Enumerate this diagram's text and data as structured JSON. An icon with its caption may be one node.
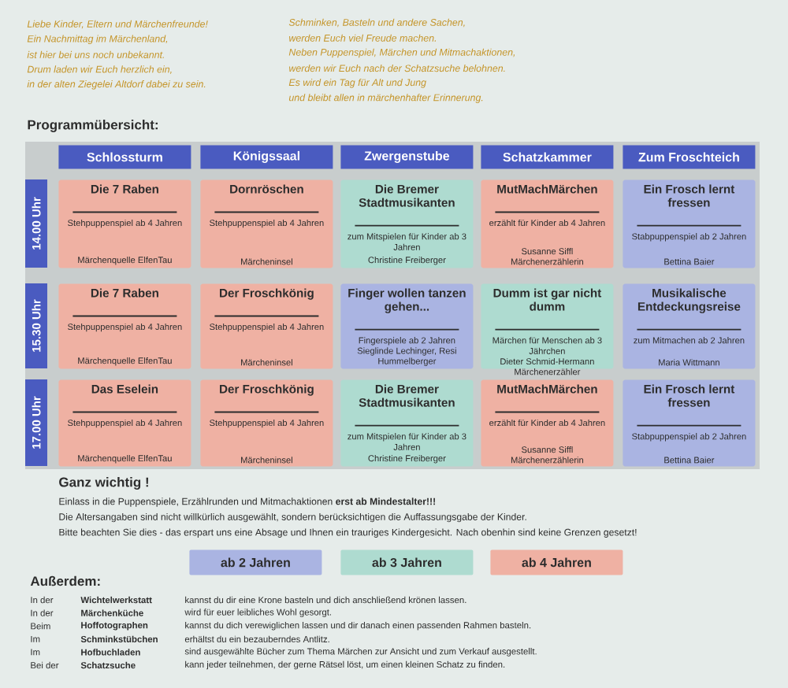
{
  "diagram": {
    "nodes": [
      {
        "text": [
          "Schlossturm"
        ]
      },
      {
        "text": [
          "Königssaal"
        ]
      },
      {
        "text": [
          "Zwergenstube"
        ]
      },
      {
        "text": [
          "Schatzkammer"
        ]
      },
      {
        "text": [
          "Zum Froschteich"
        ]
      },
      {
        "text": [
          "14.00 Uhr"
        ]
      },
      {
        "text": [
          "Die 7 Raben",
          "Stehpuppenspiel ab 4 Jahren",
          "Märchenquelle ElfenTau"
        ]
      },
      {
        "text": [
          "Dornröschen",
          "Stehpuppenspiel ab 4 Jahren",
          "Märcheninsel"
        ]
      },
      {
        "text": [
          "Die Bremer Stadtmusikanten",
          "zum Mitspielen für Kinder ab 3 Jahren",
          "Christine Freiberger"
        ]
      },
      {
        "text": [
          "MutMachMärchen",
          "erzählt für Kinder ab 4 Jahren",
          "Susanne Siffl Märchenerzählerin"
        ]
      },
      {
        "text": [
          "Ein Frosch lernt fressen",
          "Stabpuppenspiel ab 2 Jahren",
          "Bettina Baier"
        ]
      },
      {
        "text": [
          "15.30 Uhr"
        ]
      },
      {
        "text": [
          "Die 7 Raben",
          "Stehpuppenspiel ab 4 Jahren",
          "Märchenquelle ElfenTau"
        ]
      },
      {
        "text": [
          "Der Froschkönig",
          "Stehpuppenspiel ab 4 Jahren",
          "Märcheninsel"
        ]
      },
      {
        "text": [
          "Finger wollen tanzen gehen...",
          "Fingerspiele ab 2 Jahren",
          "Sieglinde Lechinger, Resi Hummelberger"
        ]
      },
      {
        "text": [
          "Dumm ist gar nicht dumm",
          "Märchen für Menschen ab 3 Jährchen",
          "Dieter Schmid-Hermann Märchenerzähler"
        ]
      },
      {
        "text": [
          "Musikalische Entdeckungsreise",
          "zum Mitmachen ab 2 Jahren",
          "Maria Wittmann"
        ]
      },
      {
        "text": [
          "17.00 Uhr"
        ]
      },
      {
        "text": [
          "Das Eselein",
          "Stehpuppenspiel ab 4 Jahren",
          "Märchenquelle ElfenTau"
        ]
      },
      {
        "text": [
          "Der Froschkönig",
          "Stehpuppenspiel ab 4 Jahren",
          "Märcheninsel"
        ]
      },
      {
        "text": [
          "Die Bremer Stadtmusikanten",
          "zum Mitspielen für Kinder ab 3 Jahren",
          "Christine Freiberger"
        ]
      },
      {
        "text": [
          "MutMachMärchen",
          "erzählt für Kinder ab 4 Jahren",
          "Susanne Siffl Märchenerzählerin"
        ]
      },
      {
        "text": [
          "Ein Frosch lernt fressen",
          "Stabpuppenspiel ab 2 Jahren",
          "Bettina Baier"
        ]
      }
    ],
    "labels": [
      "Liebe Kinder, Eltern und Märchenfreunde!",
      "Ein Nachmittag im Märchenland,",
      "ist hier bei uns noch unbekannt.",
      "Drum laden wir Euch herzlich ein,",
      "in der alten Ziegelei Altdorf dabei zu sein.",
      "Schminken, Basteln und andere Sachen,",
      "werden Euch viel Freude machen.",
      "Neben Puppenspiel, Märchen und Mitmachaktionen,",
      "werden wir Euch nach der Schatzsuche belohnen.",
      "Es wird ein Tag für Alt und Jung",
      "und bleibt allen in märchenhafter Erinnerung.",
      "Programmübersicht:",
      "Ganz wichtig !",
      "Einlass in die Puppenspiele, Erzählrunden und Mitmachaktionen **erst ab Mindestalter!!!**",
      "Die Altersangaben sind nicht willkürlich ausgewählt, sondern berücksichtigen die Auffassungsgabe der Kinder.",
      "Bitte beachten Sie dies - das erspart uns eine Absage und Ihnen ein trauriges Kindergesicht. Nach obenhin sind keine Grenzen gesetzt!",
      "Außerdem:",
      "In der",
      "Wichtelwerkstatt",
      "kannst du dir eine Krone basteln und dich anschließend krönen lassen.",
      "In der",
      "Märchenküche",
      "wird für euer leibliches Wohl gesorgt.",
      "Beim",
      "Hoffotographen",
      "kannst du dich verewiglichen lassen und dir danach einen passenden Rahmen basteln.",
      "Im",
      "Schminkstübchen",
      "erhältst du ein bezauberndes Antlitz.",
      "Im",
      "Hofbuchladen",
      "sind ausgewählte Bücher zum Thema Märchen zur Ansicht und zum Verkauf ausgestellt.",
      "Bei der",
      "Schatzsuche",
      "kann jeder teilnehmen, der gerne Rätsel löst, um einen kleinen Schatz zu finden."
    ],
    "legend": [
      {
        "text": "ab 2 Jahren",
        "color": "#aab4e2"
      },
      {
        "text": "ab 3 Jahren",
        "color": "#aedbd0"
      },
      {
        "text": "ab 4 Jahren",
        "color": "#efb1a3"
      }
    ]
  }
}
